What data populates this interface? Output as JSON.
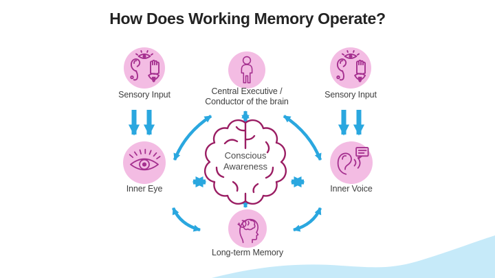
{
  "title": "How Does Working Memory Operate?",
  "colors": {
    "background": "#FFFFFF",
    "title_text": "#232323",
    "label_text": "#3E3E3E",
    "circle_pink": "#F3BCE3",
    "icon_magenta": "#A5308F",
    "brain_outline": "#9A1D63",
    "arrow_blue": "#2AA7DF",
    "wave_blue": "#C6EAF9",
    "awareness_text": "#4A4A4A"
  },
  "diagram": {
    "nodes": {
      "sensory_input_left": {
        "label": "Sensory Input",
        "icon": "five-senses-icon"
      },
      "central_executive": {
        "label_line1": "Central Executive /",
        "label_line2": "Conductor of the brain",
        "icon": "person-icon"
      },
      "sensory_input_right": {
        "label": "Sensory Input",
        "icon": "five-senses-icon"
      },
      "inner_eye": {
        "label": "Inner Eye",
        "icon": "eye-icon"
      },
      "inner_voice": {
        "label": "Inner Voice",
        "icon": "ear-speech-icon"
      },
      "long_term_memory": {
        "label": "Long-term Memory",
        "icon": "head-brain-icon"
      },
      "conscious_awareness": {
        "label_line1": "Conscious",
        "label_line2": "Awareness",
        "icon": "brain-outline-icon"
      }
    },
    "connections": [
      {
        "from": "sensory_input_left",
        "to": "inner_eye",
        "style": "two-parallel-down-arrows"
      },
      {
        "from": "sensory_input_right",
        "to": "inner_voice",
        "style": "two-parallel-down-arrows"
      },
      {
        "from": "central_executive",
        "to": "conscious_awareness",
        "style": "double-headed"
      },
      {
        "from": "inner_eye",
        "to": "conscious_awareness",
        "style": "double-headed"
      },
      {
        "from": "inner_voice",
        "to": "conscious_awareness",
        "style": "double-headed"
      },
      {
        "from": "long_term_memory",
        "to": "conscious_awareness",
        "style": "double-headed"
      },
      {
        "from": "central_executive",
        "to": "inner_eye",
        "style": "double-headed-curved"
      },
      {
        "from": "central_executive",
        "to": "inner_voice",
        "style": "double-headed-curved"
      },
      {
        "from": "inner_eye",
        "to": "long_term_memory",
        "style": "double-headed-curved"
      },
      {
        "from": "inner_voice",
        "to": "long_term_memory",
        "style": "double-headed-curved"
      }
    ]
  }
}
